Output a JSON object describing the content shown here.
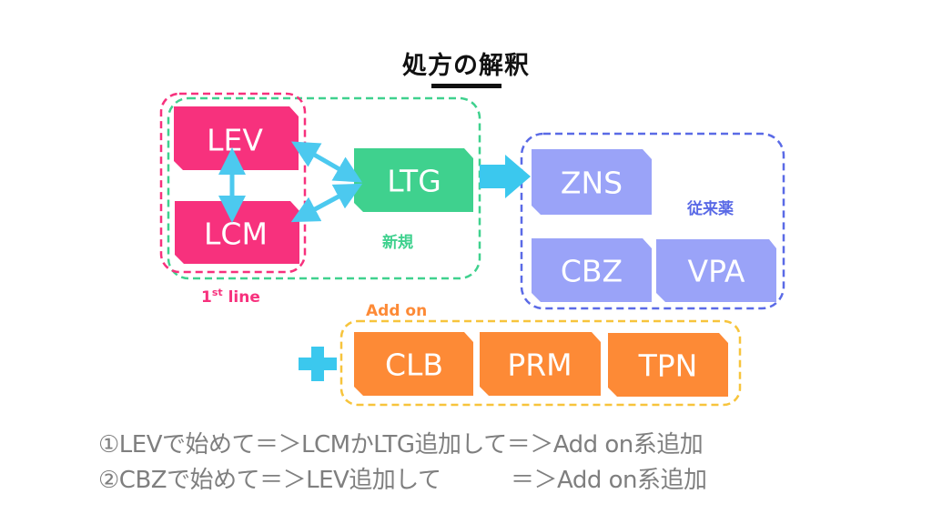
{
  "title": "処方の解釈",
  "colors": {
    "first_line": "#f7317d",
    "new": "#3fd18e",
    "conventional": "#9aa3f8",
    "conventional_border": "#5a6ae6",
    "addon": "#fd8a36",
    "addon_border": "#f7c43c",
    "arrow": "#4cc9ef",
    "note_text": "#7f7f7f"
  },
  "groups": {
    "first_line": {
      "label": "1",
      "label_sup": "st",
      "label_suffix": " line"
    },
    "new": {
      "label": "新規"
    },
    "conventional": {
      "label": "従来薬"
    },
    "addon": {
      "label": "Add on"
    }
  },
  "boxes": {
    "lev": "LEV",
    "lcm": "LCM",
    "ltg": "LTG",
    "zns": "ZNS",
    "cbz": "CBZ",
    "vpa": "VPA",
    "clb": "CLB",
    "prm": "PRM",
    "tpn": "TPN"
  },
  "plus_symbol": "+",
  "notes": [
    "①LEVで始めて＝＞LCMかLTG追加して＝＞Add on系追加",
    "②CBZで始めて＝＞LEV追加して　　　＝＞Add on系追加"
  ]
}
